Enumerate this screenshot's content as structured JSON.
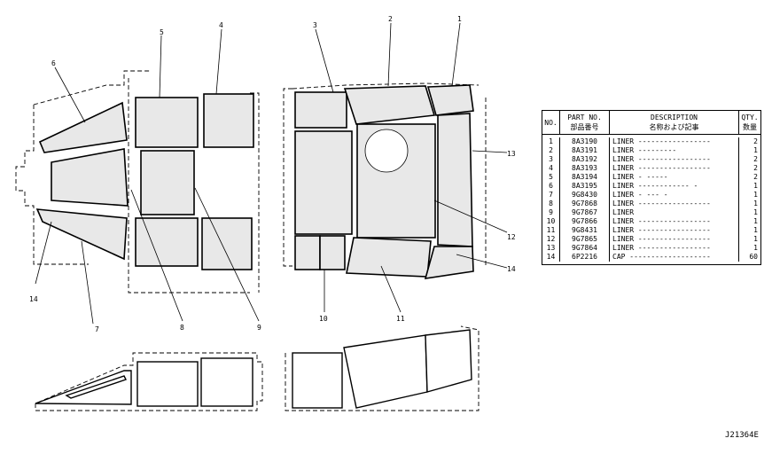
{
  "table": {
    "headers": {
      "no": "NO.",
      "part_no": "PART NO.",
      "part_no_sub": "部品番号",
      "description": "DESCRIPTION",
      "description_sub": "名称および記事",
      "qty": "QTY.",
      "qty_sub": "数量"
    },
    "rows": [
      {
        "no": "1",
        "part_no": "8A3190",
        "description": "LINER -----------------",
        "qty": "2"
      },
      {
        "no": "2",
        "part_no": "8A3191",
        "description": "LINER           ---------",
        "qty": "1"
      },
      {
        "no": "3",
        "part_no": "8A3192",
        "description": "LINER -----------------",
        "qty": "2"
      },
      {
        "no": "4",
        "part_no": "8A3193",
        "description": "LINER -----------------",
        "qty": "2"
      },
      {
        "no": "5",
        "part_no": "8A3194",
        "description": "LINER -            -----",
        "qty": "2"
      },
      {
        "no": "6",
        "part_no": "8A3195",
        "description": "LINER ------------ -",
        "qty": "1"
      },
      {
        "no": "7",
        "part_no": "9G8430",
        "description": "LINER -      ---  -",
        "qty": "1"
      },
      {
        "no": "8",
        "part_no": "9G7868",
        "description": "LINER -----------------",
        "qty": "1"
      },
      {
        "no": "9",
        "part_no": "9G7867",
        "description": "LINER",
        "qty": "1"
      },
      {
        "no": "10",
        "part_no": "9G7866",
        "description": "LINER -----------------",
        "qty": "1"
      },
      {
        "no": "11",
        "part_no": "9G8431",
        "description": "LINER -----------------",
        "qty": "1"
      },
      {
        "no": "12",
        "part_no": "9G7865",
        "description": "LINER -----------------",
        "qty": "1"
      },
      {
        "no": "13",
        "part_no": "9G7864",
        "description": "LINER -----------------",
        "qty": "1"
      },
      {
        "no": "14",
        "part_no": "6P2216",
        "description": "CAP -------------------",
        "qty": "60"
      }
    ]
  },
  "callouts": {
    "c1": "1",
    "c2": "2",
    "c3": "3",
    "c4": "4",
    "c5": "5",
    "c6": "6",
    "c7": "7",
    "c8": "8",
    "c9": "9",
    "c10": "10",
    "c11": "11",
    "c12": "12",
    "c13": "13",
    "c14a": "14",
    "c14b": "14"
  },
  "drawing_code": "J21364E"
}
